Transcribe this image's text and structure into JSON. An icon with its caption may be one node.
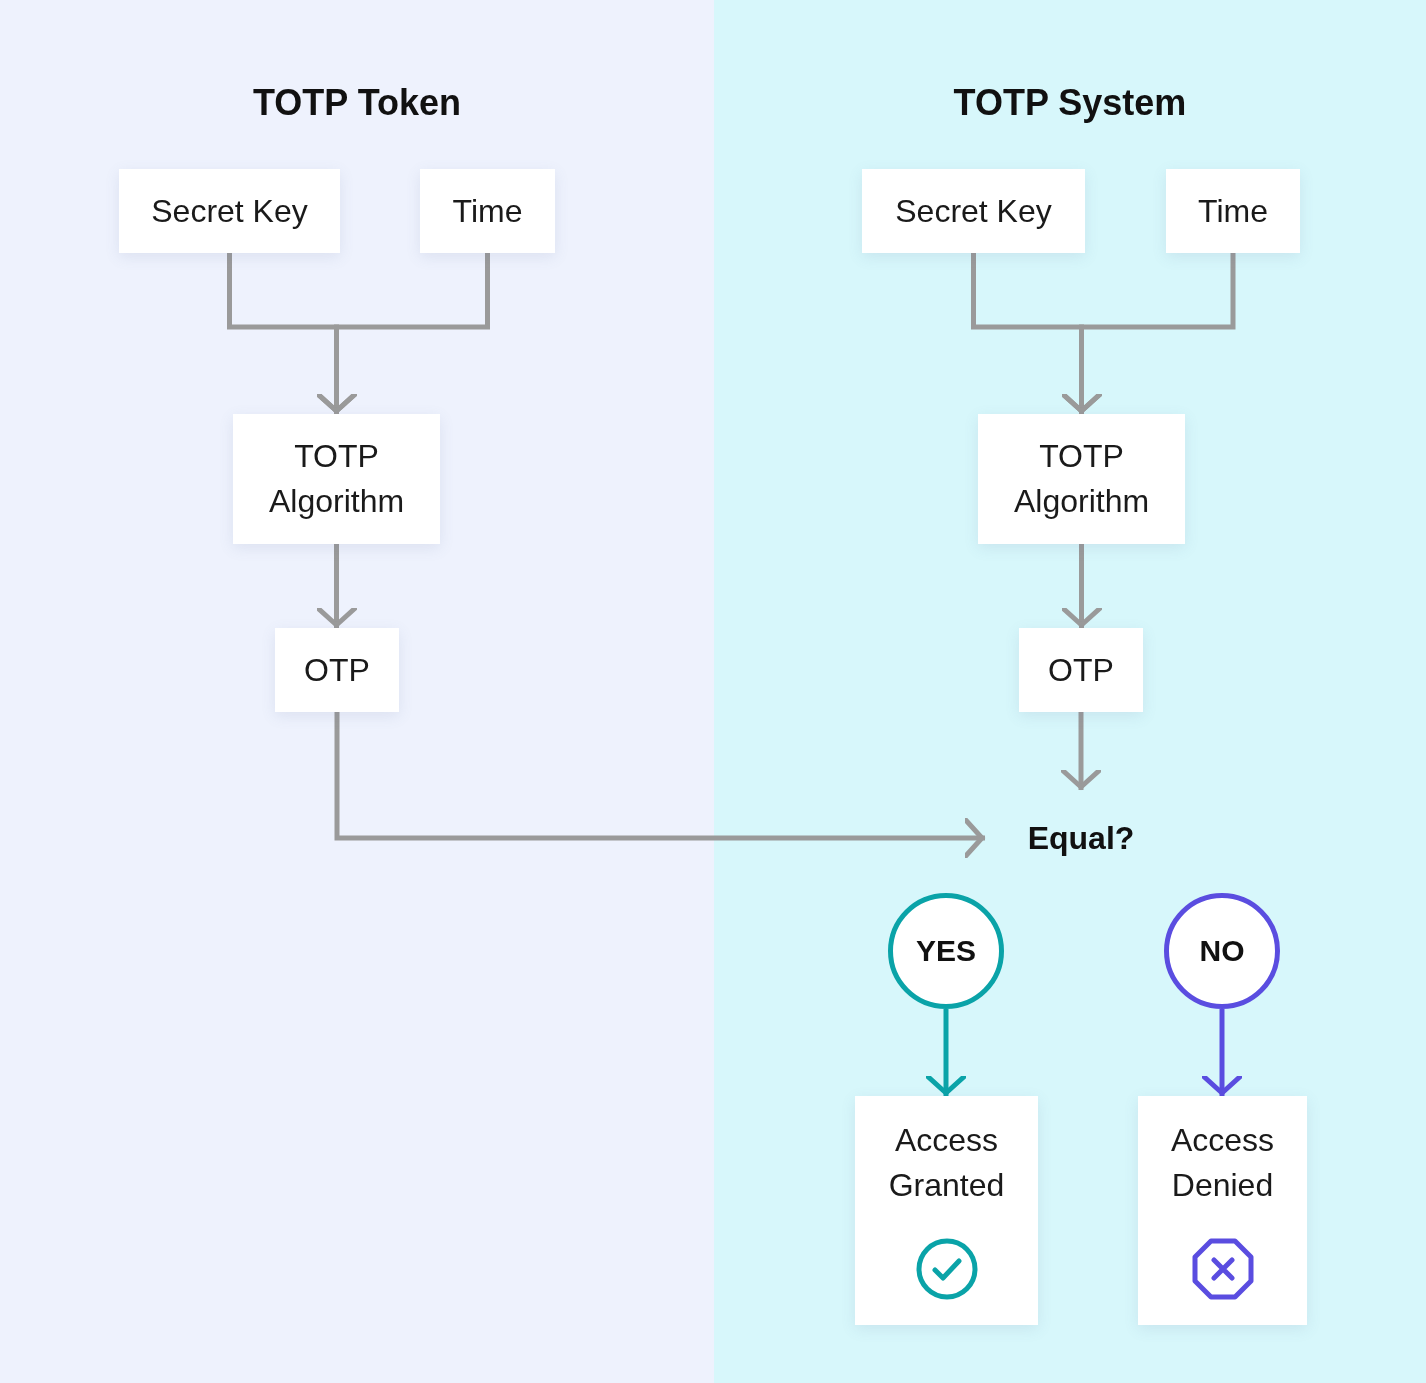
{
  "diagram": {
    "nodes": [
      {
        "text": [
          "TOTP Token"
        ]
      },
      {
        "text": [
          "TOTP System"
        ]
      },
      {
        "text": [
          "Secret Key"
        ],
        "in": 0
      },
      {
        "text": [
          "Time"
        ],
        "in": 0
      },
      {
        "text": [
          "TOTP Algorithm"
        ],
        "in": 0
      },
      {
        "text": [
          "OTP"
        ],
        "in": 0
      },
      {
        "text": [
          "Secret Key"
        ],
        "in": 1
      },
      {
        "text": [
          "Time"
        ],
        "in": 1
      },
      {
        "text": [
          "TOTP Algorithm"
        ],
        "in": 1
      },
      {
        "text": [
          "OTP"
        ],
        "in": 1
      },
      {
        "text": [
          "Equal?"
        ],
        "in": 1
      },
      {
        "text": [
          "YES"
        ],
        "in": 1
      },
      {
        "text": [
          "NO"
        ],
        "in": 1
      },
      {
        "text": [
          "Access Granted"
        ],
        "in": 1
      },
      {
        "text": [
          "Access Denied"
        ],
        "in": 1
      }
    ],
    "edges": [
      {
        "from": 2,
        "to": 4,
        "arrow": "to"
      },
      {
        "from": 3,
        "to": 4,
        "arrow": "to"
      },
      {
        "from": 4,
        "to": 5,
        "arrow": "to"
      },
      {
        "from": 6,
        "to": 8,
        "arrow": "to"
      },
      {
        "from": 7,
        "to": 8,
        "arrow": "to"
      },
      {
        "from": 8,
        "to": 9,
        "arrow": "to"
      },
      {
        "from": 9,
        "to": 10,
        "arrow": "to"
      },
      {
        "from": 5,
        "to": 10,
        "arrow": "to"
      },
      {
        "from": 11,
        "to": 13,
        "arrow": "to",
        "color": "#0aa3a8"
      },
      {
        "from": 12,
        "to": 14,
        "arrow": "to",
        "color": "#5a4de0"
      }
    ]
  }
}
